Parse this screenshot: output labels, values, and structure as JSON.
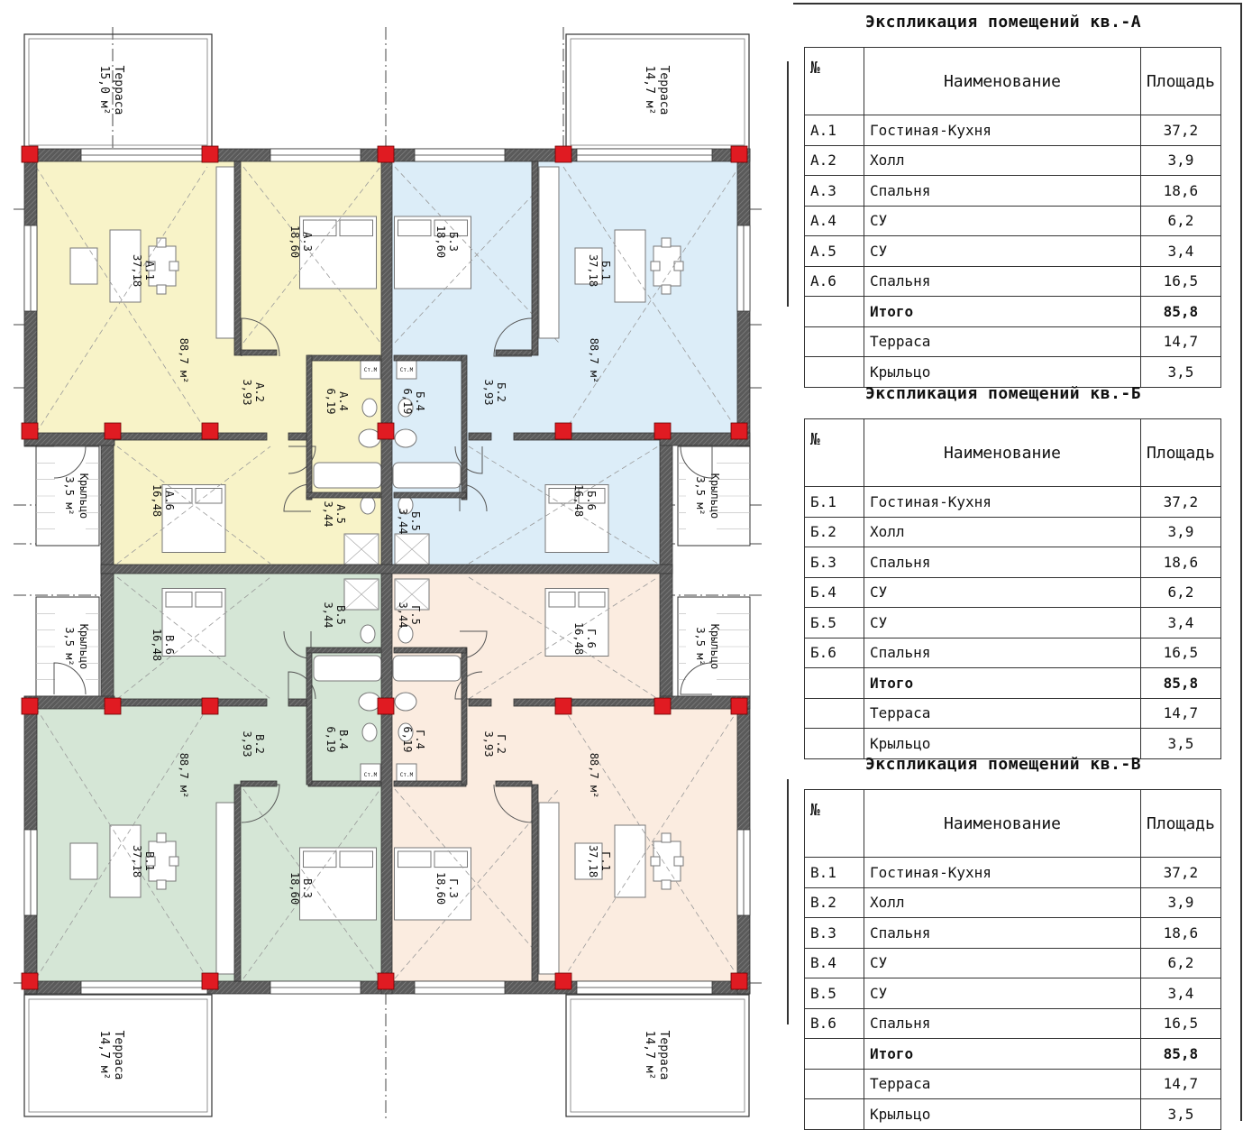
{
  "plan": {
    "rooms": [
      {
        "id": "A.1",
        "area": "37,18"
      },
      {
        "id": "A.2",
        "area": "3,93"
      },
      {
        "id": "A.3",
        "area": "18,60"
      },
      {
        "id": "A.4",
        "area": "6,19"
      },
      {
        "id": "A.5",
        "area": "3,44"
      },
      {
        "id": "A.6",
        "area": "16,48"
      },
      {
        "id": "Б.1",
        "area": "37,18"
      },
      {
        "id": "Б.2",
        "area": "3,93"
      },
      {
        "id": "Б.3",
        "area": "18,60"
      },
      {
        "id": "Б.4",
        "area": "6,19"
      },
      {
        "id": "Б.5",
        "area": "3,44"
      },
      {
        "id": "Б.6",
        "area": "16,48"
      },
      {
        "id": "В.1",
        "area": "37,18"
      },
      {
        "id": "В.2",
        "area": "3,93"
      },
      {
        "id": "В.3",
        "area": "18,60"
      },
      {
        "id": "В.4",
        "area": "6,19"
      },
      {
        "id": "В.5",
        "area": "3,44"
      },
      {
        "id": "В.6",
        "area": "16,48"
      },
      {
        "id": "Г.1",
        "area": "37,18"
      },
      {
        "id": "Г.2",
        "area": "3,93"
      },
      {
        "id": "Г.3",
        "area": "18,60"
      },
      {
        "id": "Г.4",
        "area": "6,19"
      },
      {
        "id": "Г.5",
        "area": "3,44"
      },
      {
        "id": "Г.6",
        "area": "16,48"
      }
    ],
    "apartment_area": "88,7 м²",
    "terraces": [
      {
        "label": "Терраса",
        "area": "15,0 м²"
      },
      {
        "label": "Терраса",
        "area": "14,7 м²"
      },
      {
        "label": "Терраса",
        "area": "14,7 м²"
      },
      {
        "label": "Терраса",
        "area": "14,7 м²"
      }
    ],
    "porches": [
      {
        "label": "Крыльцо",
        "area": "3,5 м²"
      },
      {
        "label": "Крыльцо",
        "area": "3,5 м²"
      },
      {
        "label": "Крыльцо",
        "area": "3,5 м²"
      },
      {
        "label": "Крыльцо",
        "area": "3,5 м²"
      }
    ],
    "washer_label": "Ст.М",
    "colors": {
      "apt_a": "#f8f3c8",
      "apt_b": "#dcedf8",
      "apt_v": "#d5e6d6",
      "apt_g": "#fbece0",
      "wall": "#555555",
      "column": "#e01b22"
    }
  },
  "tables": [
    {
      "title": "Экспликация помещений кв.-А",
      "headers": [
        "№",
        "Наименование",
        "Площадь"
      ],
      "rows": [
        [
          "А.1",
          "Гостиная-Кухня",
          "37,2"
        ],
        [
          "А.2",
          "Холл",
          "3,9"
        ],
        [
          "А.3",
          "Спальня",
          "18,6"
        ],
        [
          "А.4",
          "СУ",
          "6,2"
        ],
        [
          "А.5",
          "СУ",
          "3,4"
        ],
        [
          "А.6",
          "Спальня",
          "16,5"
        ]
      ],
      "total": [
        "",
        "Итого",
        "85,8"
      ],
      "extra": [
        [
          "",
          "Терраса",
          "14,7"
        ],
        [
          "",
          "Крыльцо",
          "3,5"
        ]
      ]
    },
    {
      "title": "Экспликация помещений кв.-Б",
      "headers": [
        "№",
        "Наименование",
        "Площадь"
      ],
      "rows": [
        [
          "Б.1",
          "Гостиная-Кухня",
          "37,2"
        ],
        [
          "Б.2",
          "Холл",
          "3,9"
        ],
        [
          "Б.3",
          "Спальня",
          "18,6"
        ],
        [
          "Б.4",
          "СУ",
          "6,2"
        ],
        [
          "Б.5",
          "СУ",
          "3,4"
        ],
        [
          "Б.6",
          "Спальня",
          "16,5"
        ]
      ],
      "total": [
        "",
        "Итого",
        "85,8"
      ],
      "extra": [
        [
          "",
          "Терраса",
          "14,7"
        ],
        [
          "",
          "Крыльцо",
          "3,5"
        ]
      ]
    },
    {
      "title": "Экспликация помещений кв.-В",
      "headers": [
        "№",
        "Наименование",
        "Площадь"
      ],
      "rows": [
        [
          "В.1",
          "Гостиная-Кухня",
          "37,2"
        ],
        [
          "В.2",
          "Холл",
          "3,9"
        ],
        [
          "В.3",
          "Спальня",
          "18,6"
        ],
        [
          "В.4",
          "СУ",
          "6,2"
        ],
        [
          "В.5",
          "СУ",
          "3,4"
        ],
        [
          "В.6",
          "Спальня",
          "16,5"
        ]
      ],
      "total": [
        "",
        "Итого",
        "85,8"
      ],
      "extra": [
        [
          "",
          "Терраса",
          "14,7"
        ],
        [
          "",
          "Крыльцо",
          "3,5"
        ]
      ]
    }
  ]
}
